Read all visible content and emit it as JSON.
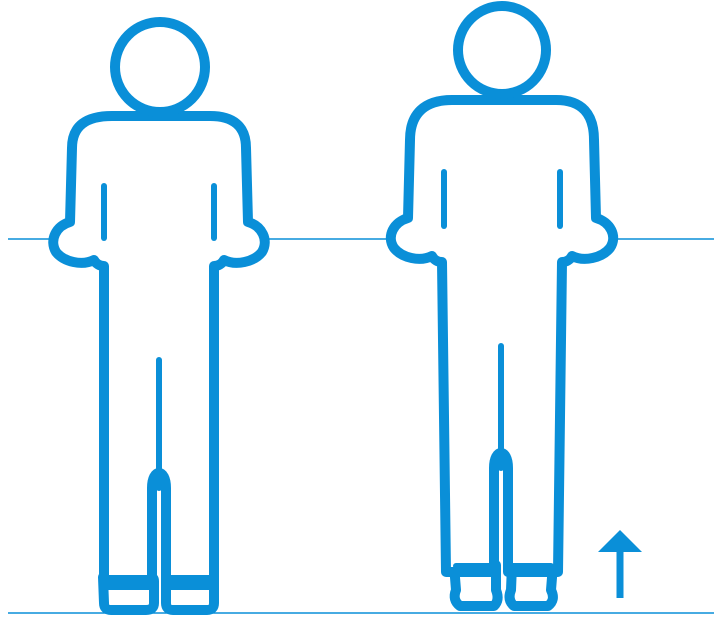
{
  "colors": {
    "accent": "#0a8fd8",
    "background": "#ffffff"
  },
  "figures": [
    {
      "name": "figure-flat-feet",
      "state": "standing flat on feet",
      "heel_raise": false
    },
    {
      "name": "figure-on-toes",
      "state": "raised onto toes",
      "heel_raise": true
    }
  ],
  "reference_lines": [
    "hand-level-line",
    "floor-line"
  ],
  "icons": [
    "up-arrow-icon"
  ]
}
